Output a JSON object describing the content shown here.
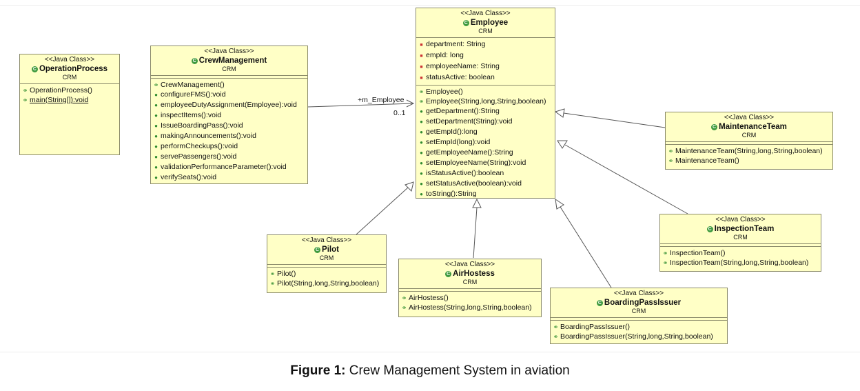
{
  "classes": {
    "employee": {
      "stereotype": "<<Java Class>>",
      "name": "Employee",
      "package": "CRM",
      "attributes": [
        "department: String",
        "empId: long",
        "employeeName: String",
        "statusActive: boolean"
      ],
      "operations": [
        "Employee()",
        "Employee(String,long,String,boolean)",
        "getDepartment():String",
        "setDepartment(String):void",
        "getEmpId():long",
        "setEmpId(long):void",
        "getEmployeeName():String",
        "setEmployeeName(String):void",
        "isStatusActive():boolean",
        "setStatusActive(boolean):void",
        "toString():String"
      ]
    },
    "operation_process": {
      "stereotype": "<<Java Class>>",
      "name": "OperationProcess",
      "package": "CRM",
      "operations": [
        "OperationProcess()",
        "main(String[]):void"
      ]
    },
    "crew_management": {
      "stereotype": "<<Java Class>>",
      "name": "CrewManagement",
      "package": "CRM",
      "operations": [
        "CrewManagement()",
        "configureFMS():void",
        "employeeDutyAssignment(Employee):void",
        "inspectItems():void",
        "IssueBoardingPass():void",
        "makingAnnouncements():void",
        "performCheckups():void",
        "servePassengers():void",
        "validationPerformanceParameter():void",
        "verifySeats():void"
      ]
    },
    "maintenance_team": {
      "stereotype": "<<Java Class>>",
      "name": "MaintenanceTeam",
      "package": "CRM",
      "operations": [
        "MaintenanceTeam(String,long,String,boolean)",
        "MaintenanceTeam()"
      ]
    },
    "inspection_team": {
      "stereotype": "<<Java Class>>",
      "name": "InspectionTeam",
      "package": "CRM",
      "operations": [
        "InspectionTeam()",
        "InspectionTeam(String,long,String,boolean)"
      ]
    },
    "pilot": {
      "stereotype": "<<Java Class>>",
      "name": "Pilot",
      "package": "CRM",
      "operations": [
        "Pilot()",
        "Pilot(String,long,String,boolean)"
      ]
    },
    "air_hostess": {
      "stereotype": "<<Java Class>>",
      "name": "AirHostess",
      "package": "CRM",
      "operations": [
        "AirHostess()",
        "AirHostess(String,long,String,boolean)"
      ]
    },
    "boarding_pass_issuer": {
      "stereotype": "<<Java Class>>",
      "name": "BoardingPassIssuer",
      "package": "CRM",
      "operations": [
        "BoardingPassIssuer()",
        "BoardingPassIssuer(String,long,String,boolean)"
      ]
    }
  },
  "association": {
    "role": "+m_Employee",
    "multiplicity": "0..1"
  },
  "caption": {
    "label": "Figure 1:",
    "text": " Crew Management System in aviation"
  },
  "colors": {
    "class_fill": "#ffffc6",
    "class_border": "#8a8a6a",
    "class_icon": "#3f9a3f"
  },
  "icons": {
    "class": "class-c-icon",
    "attribute": "private-field-icon",
    "constructor": "constructor-icon",
    "method": "public-method-icon"
  }
}
